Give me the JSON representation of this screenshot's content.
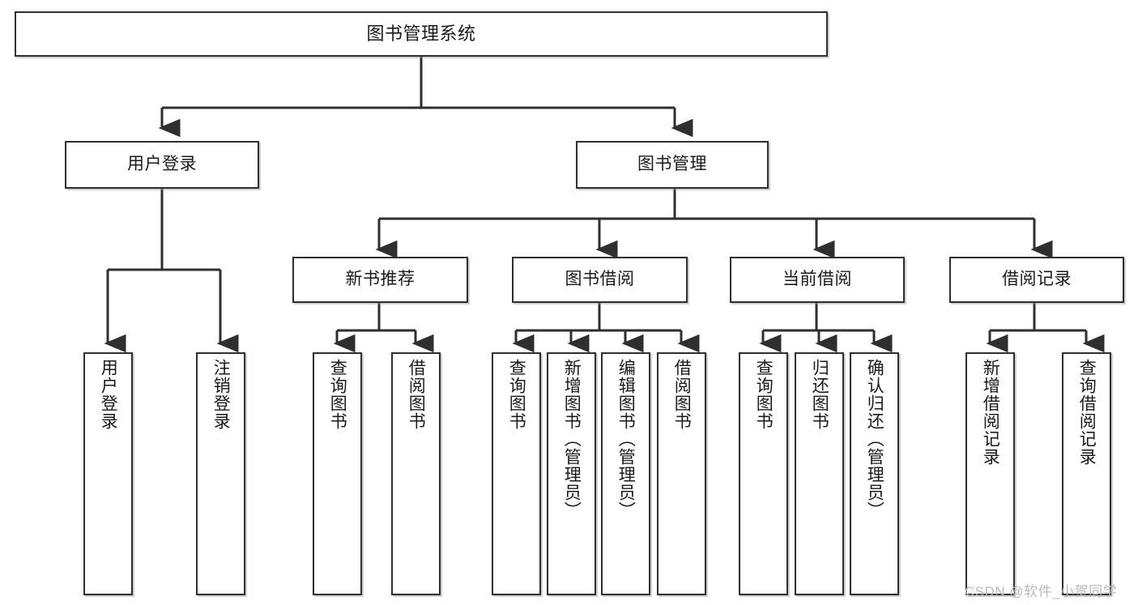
{
  "diagram": {
    "title": "图书管理系统",
    "type": "tree-hierarchy-flowchart",
    "colors": {
      "box_border": "#2f2f2f",
      "box_fill": "#ffffff",
      "edge": "#2f2f2f",
      "text": "#1a1a1a",
      "watermark": "#b9b9b9",
      "background": "#ffffff"
    },
    "watermark": "CSDN @软件_小贺同学"
  },
  "nodes": {
    "root": {
      "label": "图书管理系统"
    },
    "level1": [
      {
        "label": "用户登录"
      },
      {
        "label": "图书管理"
      }
    ],
    "level2": [
      {
        "label": "新书推荐"
      },
      {
        "label": "图书借阅"
      },
      {
        "label": "当前借阅"
      },
      {
        "label": "借阅记录"
      }
    ],
    "leaves": {
      "user_login": [
        {
          "label": "用户登录"
        },
        {
          "label": "注销登录"
        }
      ],
      "new_book_recommend": [
        {
          "label": "查询图书"
        },
        {
          "label": "借阅图书"
        }
      ],
      "book_borrow": [
        {
          "label": "查询图书"
        },
        {
          "label": "新增图书（管理员）"
        },
        {
          "label": "编辑图书（管理员）"
        },
        {
          "label": "借阅图书"
        }
      ],
      "current_borrow": [
        {
          "label": "查询图书"
        },
        {
          "label": "归还图书"
        },
        {
          "label": "确认归还（管理员）"
        }
      ],
      "borrow_record": [
        {
          "label": "新增借阅记录"
        },
        {
          "label": "查询借阅记录"
        }
      ]
    }
  }
}
